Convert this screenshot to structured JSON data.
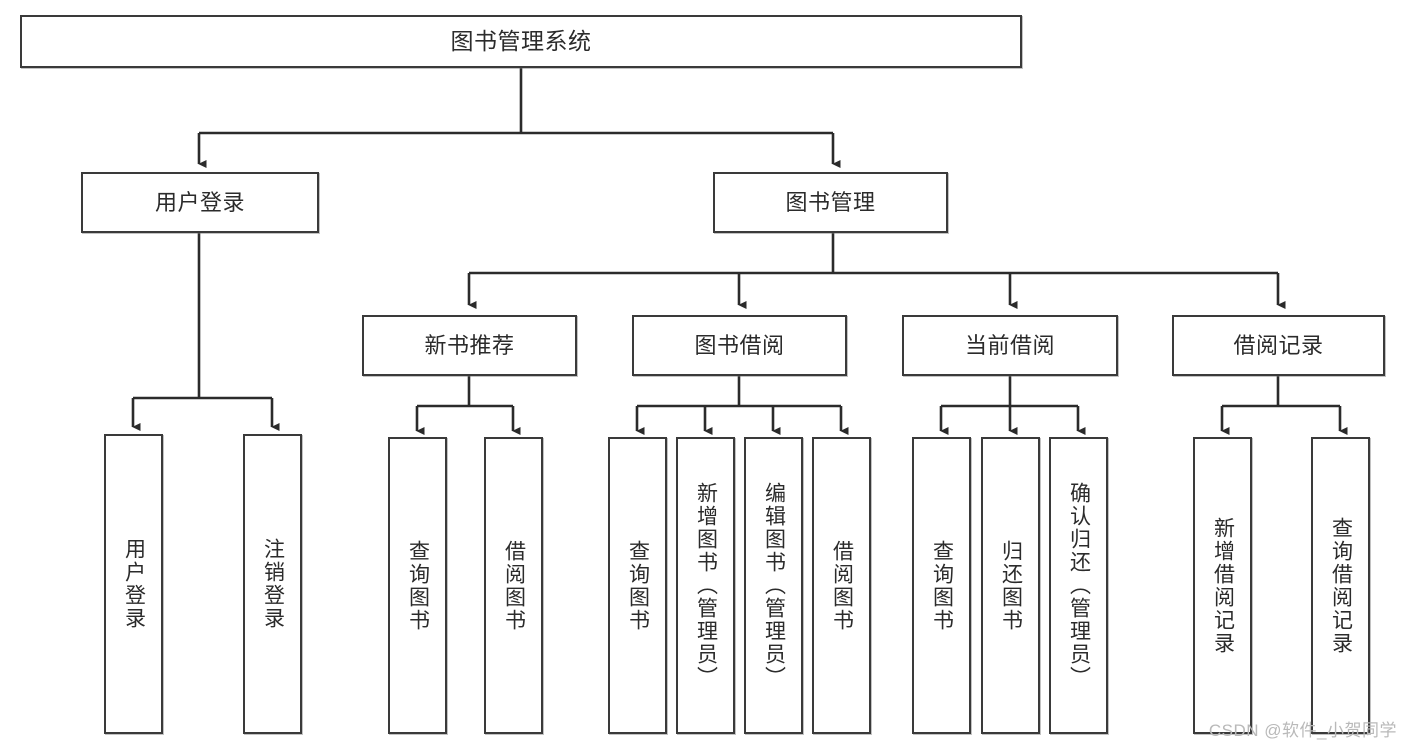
{
  "diagram": {
    "title": "图书管理系统",
    "type": "tree-hierarchy",
    "watermark": "CSDN @软件_小贺同学",
    "colors": {
      "background": "#ffffff",
      "box_border": "#3a3a3a",
      "box_fill": "#ffffff",
      "text": "#2b2b2b",
      "connector": "#2b2b2b",
      "watermark": "#b9b9b9"
    }
  },
  "nodes": {
    "root": {
      "label": "图书管理系统"
    },
    "level2": [
      {
        "label": "用户登录"
      },
      {
        "label": "图书管理"
      }
    ],
    "level3": [
      {
        "label": "新书推荐"
      },
      {
        "label": "图书借阅"
      },
      {
        "label": "当前借阅"
      },
      {
        "label": "借阅记录"
      }
    ],
    "leaves": {
      "user_login": [
        {
          "label": "用户登录"
        },
        {
          "label": "注销登录"
        }
      ],
      "new_book_recommend": [
        {
          "label": "查询图书"
        },
        {
          "label": "借阅图书"
        }
      ],
      "book_borrow": [
        {
          "label": "查询图书"
        },
        {
          "label": "新增图书（管理员）"
        },
        {
          "label": "编辑图书（管理员）"
        },
        {
          "label": "借阅图书"
        }
      ],
      "current_borrow": [
        {
          "label": "查询图书"
        },
        {
          "label": "归还图书"
        },
        {
          "label": "确认归还（管理员）"
        }
      ],
      "borrow_records": [
        {
          "label": "新增借阅记录"
        },
        {
          "label": "查询借阅记录"
        }
      ]
    }
  }
}
